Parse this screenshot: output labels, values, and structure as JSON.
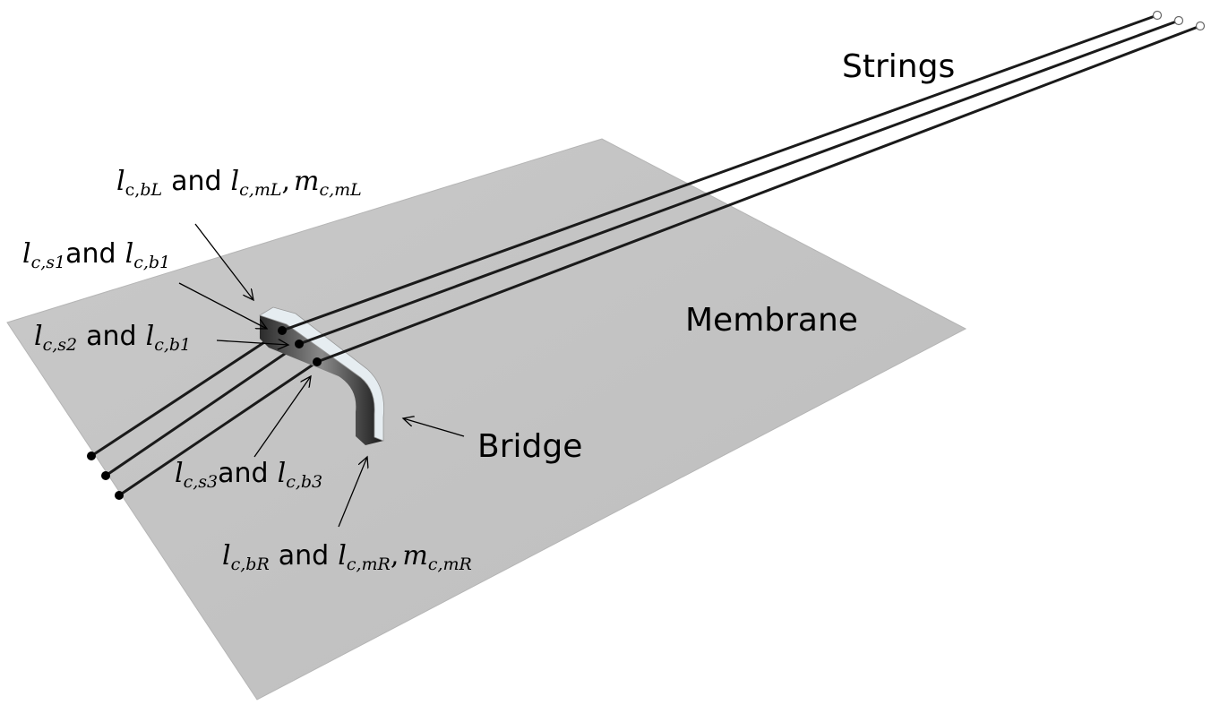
{
  "labels": {
    "strings": "Strings",
    "membrane": "Membrane",
    "bridge": "Bridge",
    "and": "and"
  },
  "annotations": {
    "bl": {
      "l": "l",
      "c": "c",
      "sep": ",",
      "sub1": "bL",
      "l2": "l",
      "sub2": "c,mL",
      "comma": ",",
      "m": "m",
      "sub3": "c,mL"
    },
    "s1": {
      "l": "l",
      "sub1": "c,s1",
      "l2": "l",
      "sub2": "c,b1"
    },
    "s2": {
      "l": "l",
      "sub1": "c,s2",
      "l2": "l",
      "sub2": "c,b1"
    },
    "s3": {
      "l": "l",
      "sub1": "c,s3",
      "l2": "l",
      "sub2": "c,b3"
    },
    "br": {
      "l": "l",
      "sub1": "c,bR",
      "l2": "l",
      "sub2": "c,mR",
      "comma": ",",
      "m": "m",
      "sub3": "c,mR"
    }
  },
  "colors": {
    "membrane": "#c4c4c4",
    "membrane_edge": "#b8b8b8",
    "string": "#1a1a1a",
    "bridge_top": "#e8eef2",
    "bridge_side": "#3a3a3a"
  }
}
